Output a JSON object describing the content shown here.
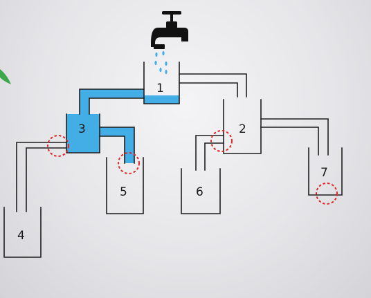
{
  "containers": [
    {
      "id": "1",
      "label": "1",
      "state": "filling"
    },
    {
      "id": "2",
      "label": "2",
      "state": "empty"
    },
    {
      "id": "3",
      "label": "3",
      "state": "full"
    },
    {
      "id": "4",
      "label": "4",
      "state": "empty"
    },
    {
      "id": "5",
      "label": "5",
      "state": "empty"
    },
    {
      "id": "6",
      "label": "6",
      "state": "empty"
    },
    {
      "id": "7",
      "label": "7",
      "state": "empty"
    }
  ],
  "colors": {
    "water": "#43aee6",
    "pipe": "#1e1e1e",
    "blockage": "#e0282a",
    "faucet": "#111111",
    "leaf": "#3aa84a"
  },
  "icons": {
    "faucet": "faucet-icon",
    "droplet": "water-drop-icon",
    "blockage": "blockage-marker-icon",
    "leaf": "leaf-icon"
  }
}
